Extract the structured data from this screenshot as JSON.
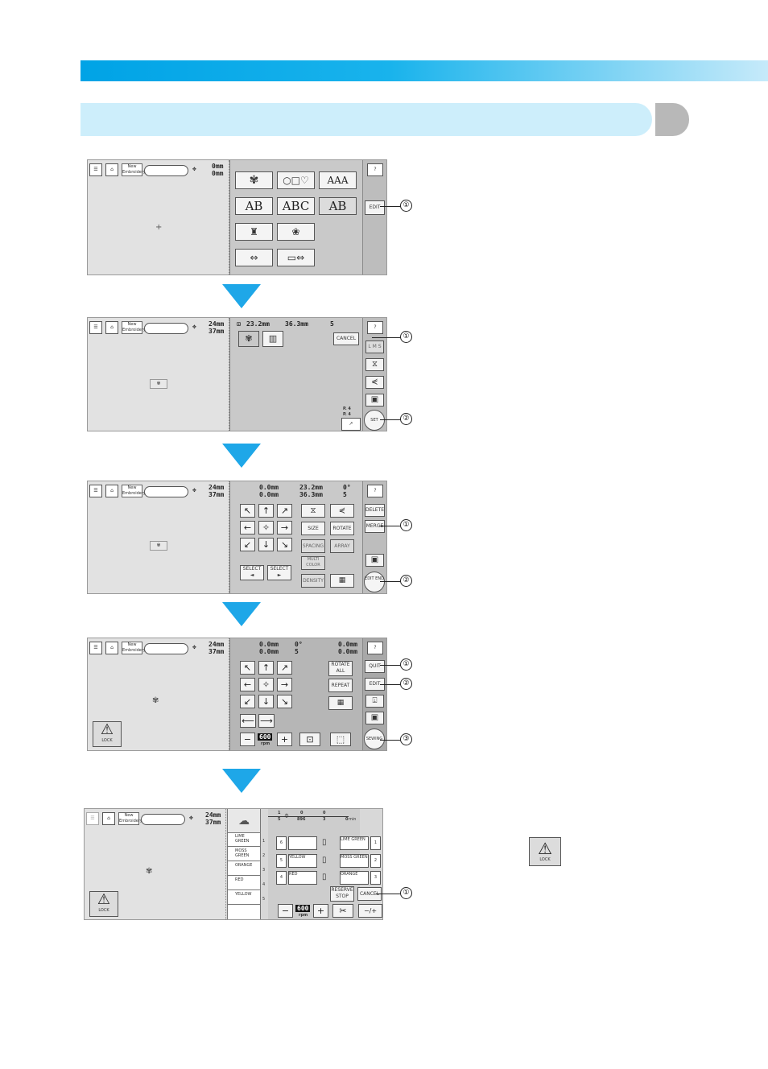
{
  "header": {
    "accent": "#00a3e6",
    "light": "#cdeefb"
  },
  "common": {
    "new_embroidery": "New Embroidery",
    "dim_w": "24mm",
    "dim_h": "37mm",
    "dim_w0": "0mm",
    "dim_h0": "0mm"
  },
  "s1": {
    "edit": "EDIT",
    "callout1": "①"
  },
  "s2": {
    "w": "23.2mm",
    "h": "36.3mm",
    "count": "5",
    "cancel": "CANCEL",
    "lmo": "L M S",
    "page_top": "P. 4",
    "page_bot": "P. 4",
    "set": "SET",
    "callout1": "①",
    "callout2": "②"
  },
  "s3": {
    "dy": "0.0mm",
    "dx": "0.0mm",
    "w": "23.2mm",
    "h": "36.3mm",
    "deg": "0°",
    "count": "5",
    "size": "SIZE",
    "rotate": "ROTATE",
    "spacing": "SPACING",
    "array": "ARRAY",
    "multi": "MULTI COLOR",
    "density": "DENSITY",
    "select_l": "SELECT ◄",
    "select_r": "SELECT ►",
    "delete": "DELETE",
    "merge": "MERGE",
    "edit_end": "EDIT END",
    "callout1": "①",
    "callout2": "②"
  },
  "s4": {
    "dy": "0.0mm",
    "dx": "0.0mm",
    "deg": "0°",
    "count": "5",
    "ox": "0.0mm",
    "oy": "0.0mm",
    "rotate_all": "ROTATE ALL",
    "repeat": "REPEAT",
    "speed": "600",
    "rpm": "rpm",
    "quit": "QUIT",
    "edit": "EDIT",
    "sewing": "SEWING",
    "lock": "LOCK",
    "callout1": "①",
    "callout2": "②",
    "callout3": "③"
  },
  "s5": {
    "stitch_a": "1",
    "stitch_b": "5",
    "stitch_c": "0",
    "stitch_d": "896",
    "time_a": "0",
    "time_b": "3",
    "time_c": "0",
    "min": "min",
    "threads": [
      "LIME GREEN",
      "MOSS GREEN",
      "ORANGE",
      "RED",
      "YELLOW"
    ],
    "thread_nums": [
      "1",
      "2",
      "3",
      "4",
      "5"
    ],
    "needles": [
      {
        "n": "6",
        "t": "",
        "k": "LIME GREEN",
        "kn": "1"
      },
      {
        "n": "5",
        "t": "YELLOW",
        "k": "MOSS GREEN",
        "kn": "2"
      },
      {
        "n": "4",
        "t": "RED",
        "k": "ORANGE",
        "kn": "3"
      }
    ],
    "reserve": "RESERVE STOP",
    "cancel": "CANCEL",
    "speed": "600",
    "rpm": "rpm",
    "lock": "LOCK",
    "callout1": "①"
  },
  "standalone_lock": "LOCK"
}
